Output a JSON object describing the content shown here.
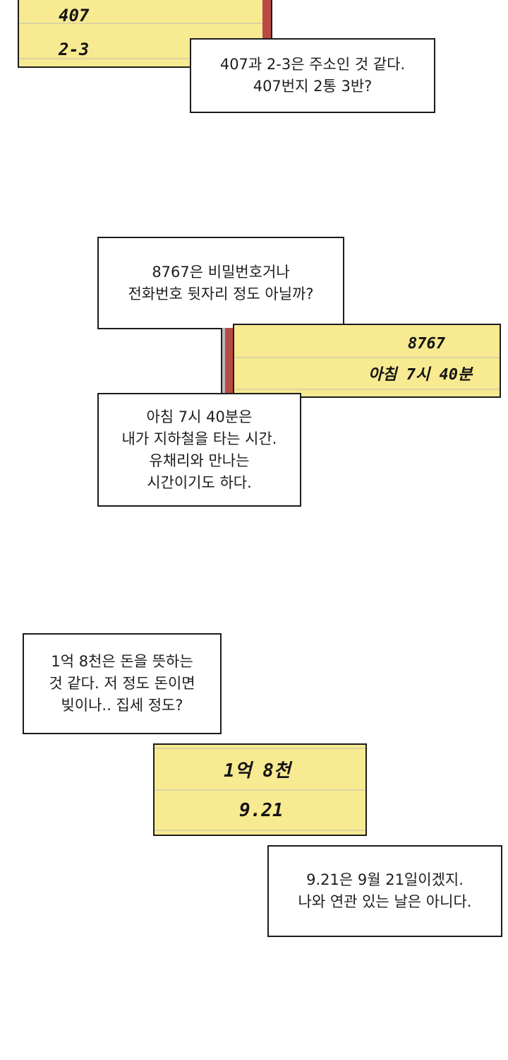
{
  "panels": [
    {
      "id": "note-1",
      "lines": [
        "407",
        "2-3"
      ]
    },
    {
      "id": "note-2",
      "lines": [
        "8767",
        "아침 7시 40분"
      ]
    },
    {
      "id": "note-3",
      "lines": [
        "1억 8천",
        "9.21"
      ]
    }
  ],
  "captions": [
    {
      "id": "caption-1",
      "lines": [
        "407과 2-3은 주소인 것 같다.",
        "407번지 2통 3반?"
      ]
    },
    {
      "id": "caption-2",
      "lines": [
        "8767은 비밀번호거나",
        "전화번호 뒷자리 정도 아닐까?"
      ]
    },
    {
      "id": "caption-3",
      "lines": [
        "아침 7시 40분은",
        "내가 지하철을 타는 시간.",
        "유채리와 만나는",
        "시간이기도 하다."
      ]
    },
    {
      "id": "caption-4",
      "lines": [
        "1억 8천은 돈을 뜻하는",
        "것 같다. 저 정도 돈이면",
        "빚이나.. 집세 정도?"
      ]
    },
    {
      "id": "caption-5",
      "lines": [
        "9.21은 9월 21일이겠지.",
        "나와 연관 있는 날은 아니다."
      ]
    }
  ],
  "colors": {
    "note_paper": "#f8ea91",
    "note_rule": "#dcd4a2",
    "margin_red": "#b94a44",
    "margin_grey": "#b9b9b9",
    "ink": "#1c1c1c"
  }
}
